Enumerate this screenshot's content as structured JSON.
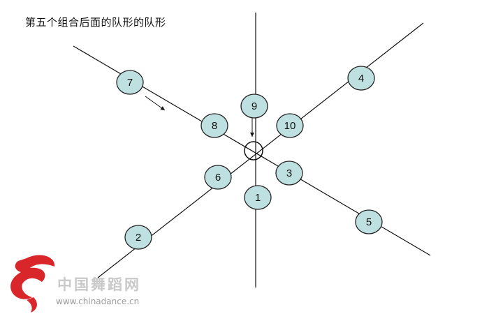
{
  "title": "第五个组合后面的队形的队形",
  "node_fill": "#bfe0e0",
  "node_stroke": "#222222",
  "line_color": "#111111",
  "nodes": [
    {
      "label": "1"
    },
    {
      "label": "2"
    },
    {
      "label": "3"
    },
    {
      "label": "4"
    },
    {
      "label": "5"
    },
    {
      "label": "6"
    },
    {
      "label": "7"
    },
    {
      "label": "8"
    },
    {
      "label": "9"
    },
    {
      "label": "10"
    }
  ],
  "watermark": {
    "chinese": "中国舞蹈网",
    "url": "www.chinadance.cn",
    "logo_color": "#d9262b"
  }
}
